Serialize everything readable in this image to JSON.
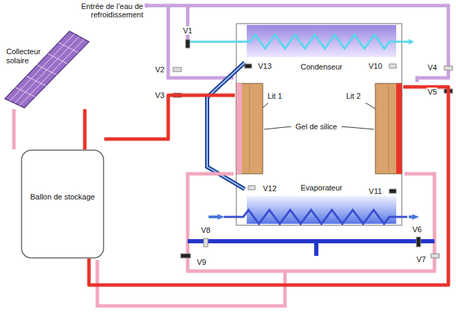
{
  "diagram": {
    "nodes": [
      {
        "text": [
          "Collecteur solaire"
        ]
      },
      {
        "text": [
          "Ballon de stockage"
        ]
      },
      {
        "text": [
          "Condenseur"
        ]
      },
      {
        "text": [
          "Lit 1"
        ]
      },
      {
        "text": [
          "Lit 2"
        ]
      },
      {
        "text": [
          "Evaporateur"
        ]
      }
    ],
    "edges": [
      {
        "from": 0,
        "to": 1,
        "arrow": "none"
      },
      {
        "from": 1,
        "to": 0,
        "arrow": "none"
      },
      {
        "from": 1,
        "to": 3,
        "arrow": "none"
      },
      {
        "from": 1,
        "to": 4,
        "arrow": "none"
      }
    ],
    "labels": [
      "Entrée de l’eau de refroidissement",
      "Gel de silice",
      "V1",
      "V2",
      "V3",
      "V4",
      "V5",
      "V6",
      "V7",
      "V8",
      "V9",
      "V10",
      "V11",
      "V12",
      "V13"
    ]
  }
}
